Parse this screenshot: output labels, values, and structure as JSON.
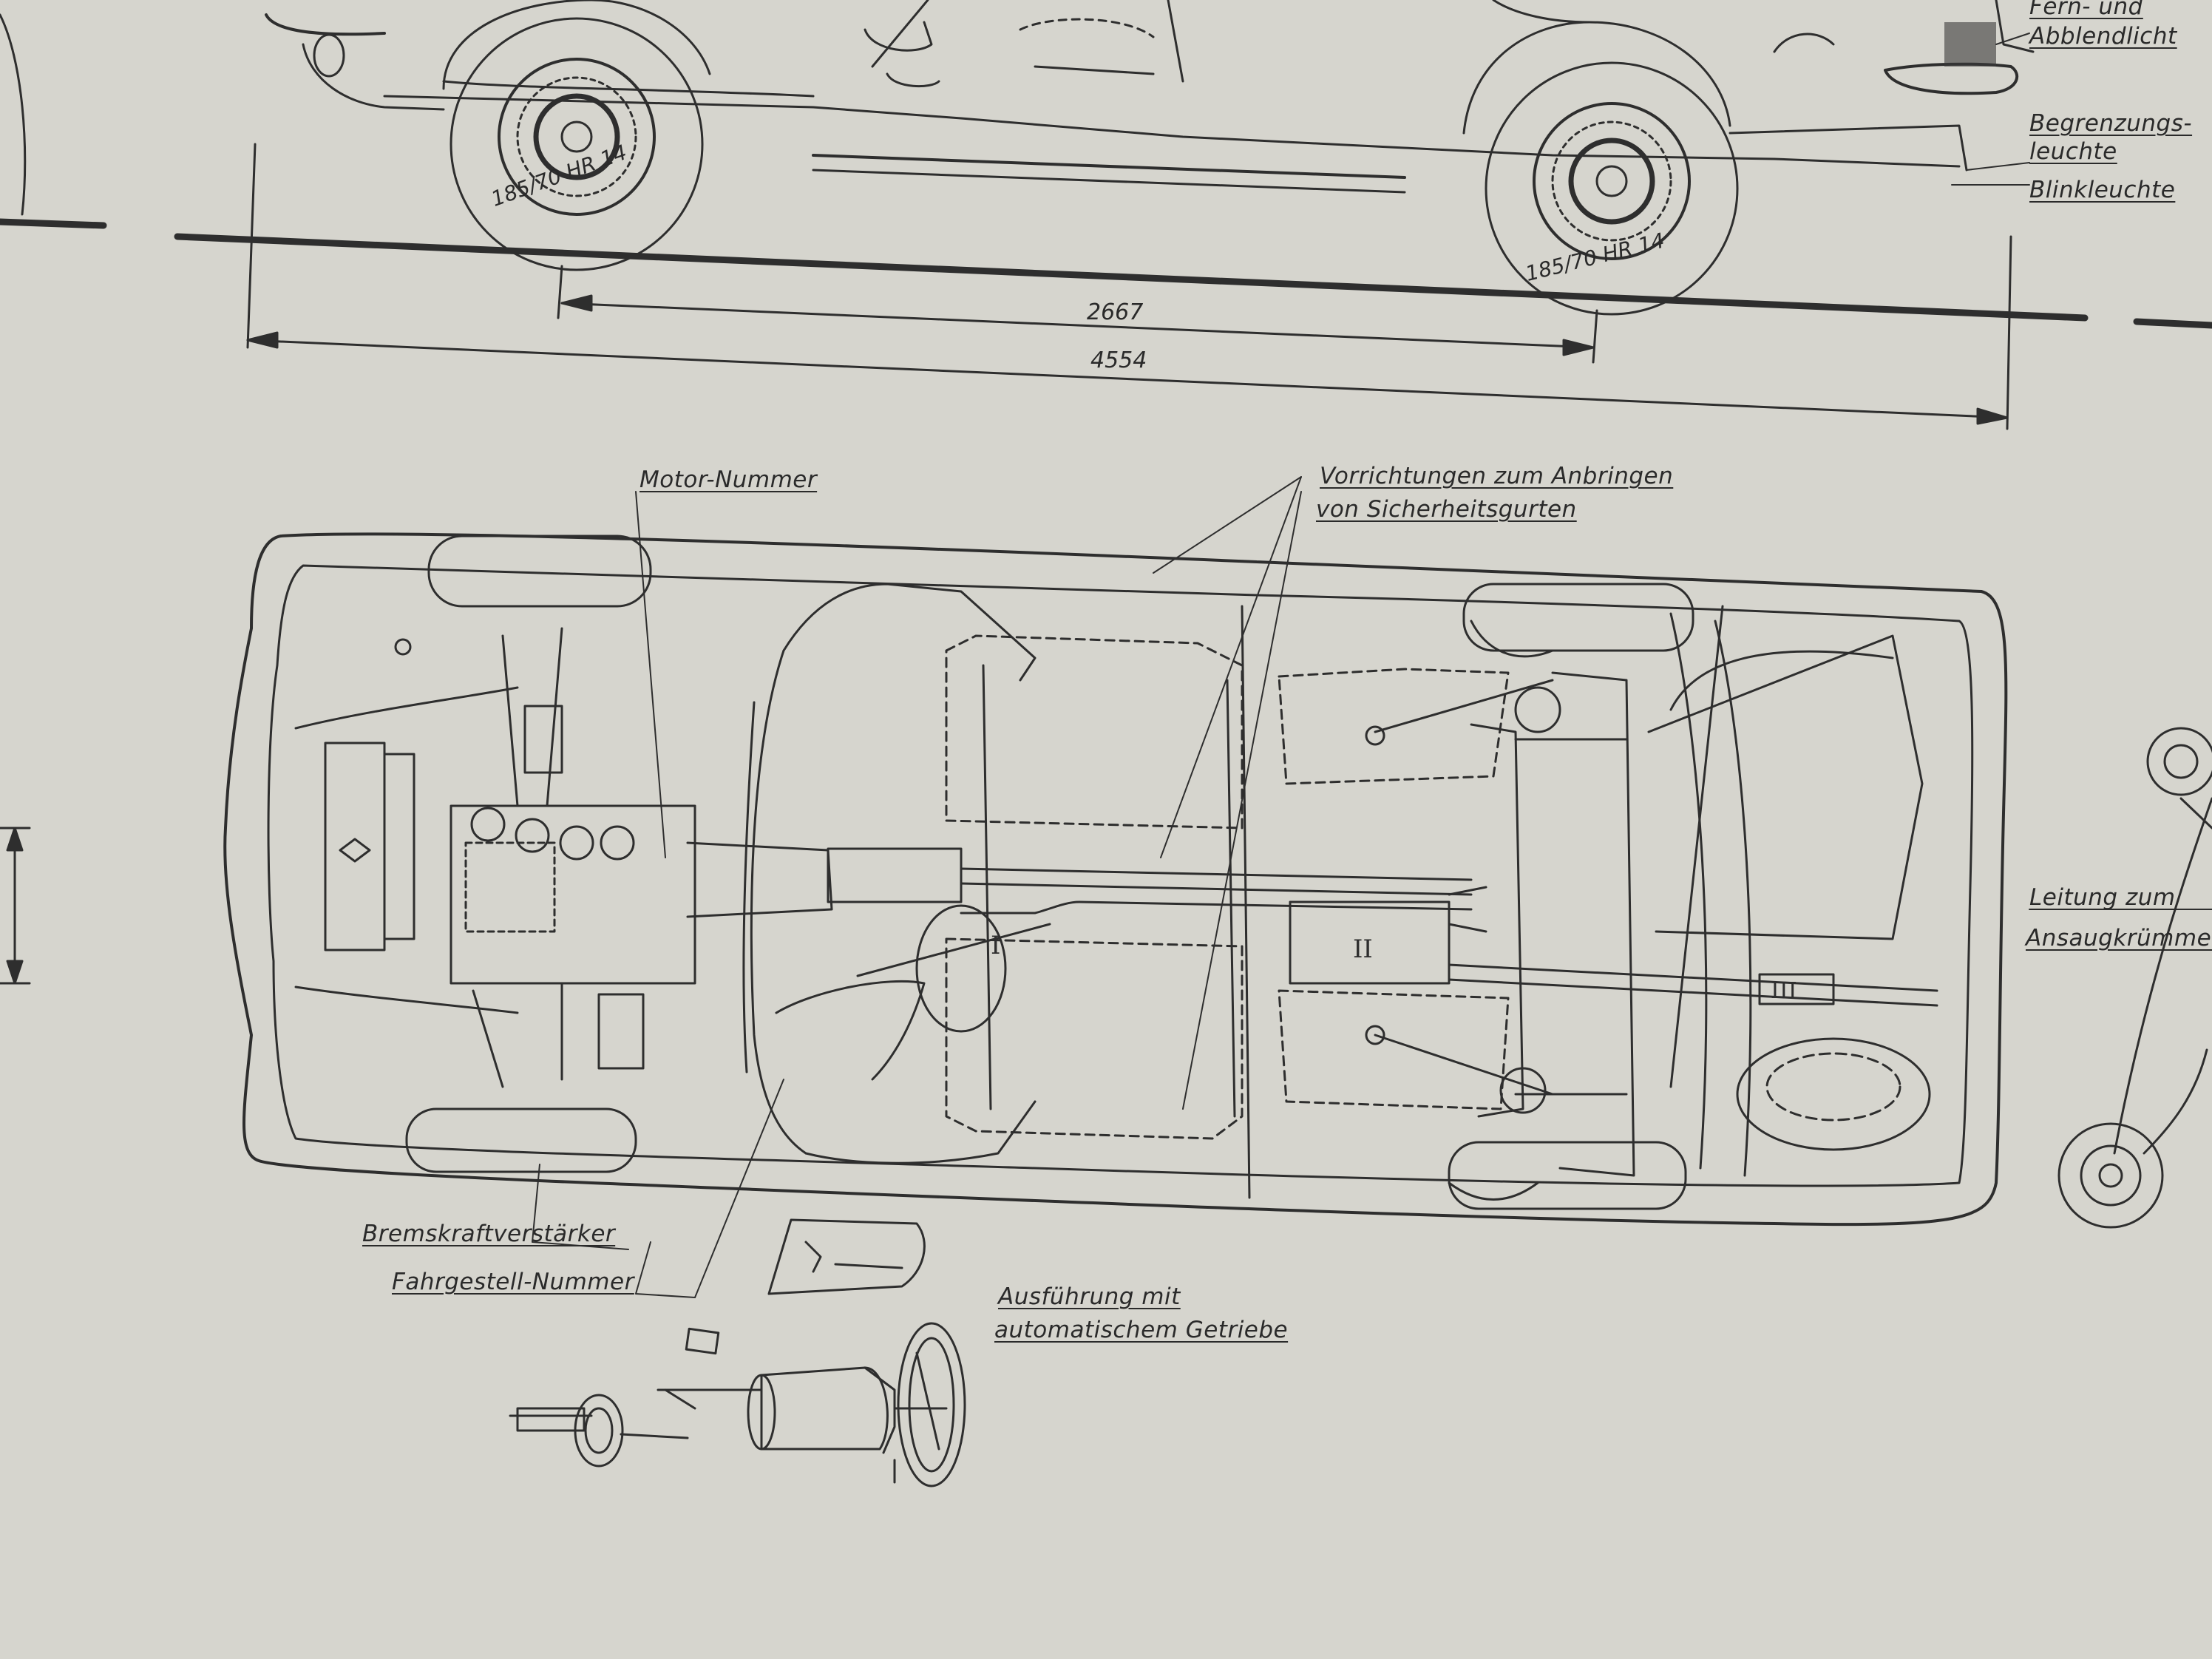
{
  "labels": {
    "fern_abblendlicht_1": "Fern- und",
    "fern_abblendlicht_2": "Abblendlicht",
    "begrenzungs_1": "Begrenzungs-",
    "begrenzungs_2": "leuchte",
    "blinkleuchte": "Blinkleuchte",
    "motor_nummer": "Motor-Nummer",
    "vorrichtungen_1": "Vorrichtungen zum Anbringen",
    "vorrichtungen_2": "von Sicherheitsgurten",
    "leitung_1": "Leitung zum",
    "leitung_2": "Ansaugkrümmer",
    "bremskraft": "Bremskraftverstärker",
    "fahrgestell": "Fahrgestell-Nummer",
    "ausfuehrung_1": "Ausführung mit",
    "ausfuehrung_2": "automatischem Getriebe"
  },
  "dimensions": {
    "wheelbase": "2667",
    "length": "4554"
  },
  "tires": {
    "front": "185/70 HR 14",
    "rear": "185/70 HR 14"
  },
  "roman": {
    "one": "I",
    "two": "II",
    "three": "III"
  },
  "colors": {
    "paper": "#d6d5ce",
    "ink": "#2a2a2a"
  }
}
